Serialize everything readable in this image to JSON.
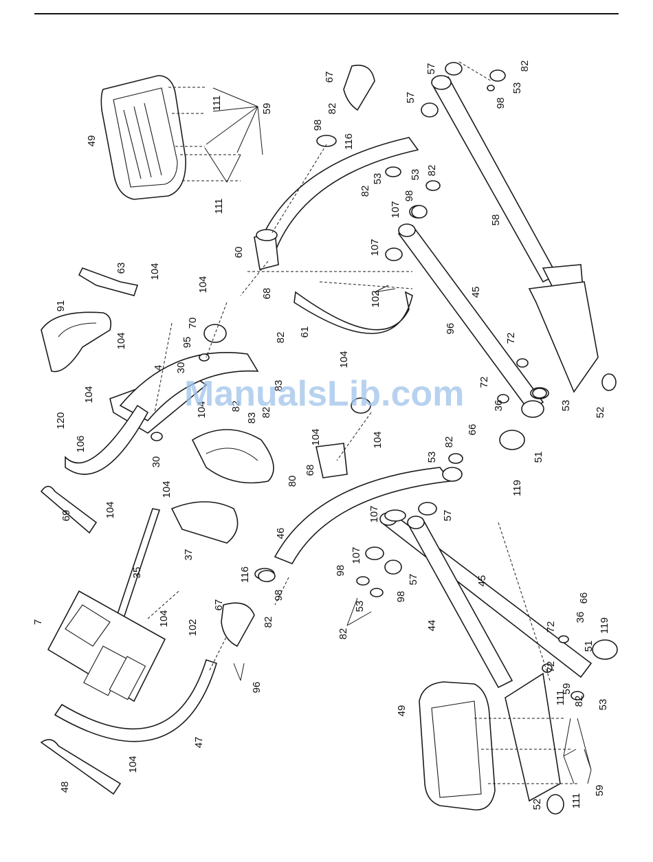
{
  "watermark": "ManualsLib.com",
  "callouts": [
    {
      "text": "57"
    },
    {
      "text": "82"
    },
    {
      "text": "53"
    },
    {
      "text": "98"
    },
    {
      "text": "67"
    },
    {
      "text": "57"
    },
    {
      "text": "82"
    },
    {
      "text": "98"
    },
    {
      "text": "116"
    },
    {
      "text": "59"
    },
    {
      "text": "111"
    },
    {
      "text": "49"
    },
    {
      "text": "111"
    },
    {
      "text": "82"
    },
    {
      "text": "53"
    },
    {
      "text": "53"
    },
    {
      "text": "98"
    },
    {
      "text": "82"
    },
    {
      "text": "107"
    },
    {
      "text": "58"
    },
    {
      "text": "60"
    },
    {
      "text": "107"
    },
    {
      "text": "63"
    },
    {
      "text": "104"
    },
    {
      "text": "104"
    },
    {
      "text": "68"
    },
    {
      "text": "102"
    },
    {
      "text": "45"
    },
    {
      "text": "96"
    },
    {
      "text": "91"
    },
    {
      "text": "70"
    },
    {
      "text": "104"
    },
    {
      "text": "82"
    },
    {
      "text": "95"
    },
    {
      "text": "61"
    },
    {
      "text": "104"
    },
    {
      "text": "72"
    },
    {
      "text": "30"
    },
    {
      "text": "4"
    },
    {
      "text": "83"
    },
    {
      "text": "82"
    },
    {
      "text": "83"
    },
    {
      "text": "82"
    },
    {
      "text": "104"
    },
    {
      "text": "104"
    },
    {
      "text": "120"
    },
    {
      "text": "72"
    },
    {
      "text": "36"
    },
    {
      "text": "53"
    },
    {
      "text": "52"
    },
    {
      "text": "66"
    },
    {
      "text": "106"
    },
    {
      "text": "30"
    },
    {
      "text": "104"
    },
    {
      "text": "68"
    },
    {
      "text": "104"
    },
    {
      "text": "82"
    },
    {
      "text": "53"
    },
    {
      "text": "51"
    },
    {
      "text": "80"
    },
    {
      "text": "104"
    },
    {
      "text": "119"
    },
    {
      "text": "69"
    },
    {
      "text": "104"
    },
    {
      "text": "107"
    },
    {
      "text": "57"
    },
    {
      "text": "46"
    },
    {
      "text": "37"
    },
    {
      "text": "35"
    },
    {
      "text": "116"
    },
    {
      "text": "107"
    },
    {
      "text": "98"
    },
    {
      "text": "57"
    },
    {
      "text": "98"
    },
    {
      "text": "98"
    },
    {
      "text": "45"
    },
    {
      "text": "7"
    },
    {
      "text": "104"
    },
    {
      "text": "82"
    },
    {
      "text": "53"
    },
    {
      "text": "66"
    },
    {
      "text": "67"
    },
    {
      "text": "36"
    },
    {
      "text": "82"
    },
    {
      "text": "44"
    },
    {
      "text": "72"
    },
    {
      "text": "119"
    },
    {
      "text": "102"
    },
    {
      "text": "51"
    },
    {
      "text": "96"
    },
    {
      "text": "72"
    },
    {
      "text": "59"
    },
    {
      "text": "53"
    },
    {
      "text": "49"
    },
    {
      "text": "111"
    },
    {
      "text": "82"
    },
    {
      "text": "47"
    },
    {
      "text": "104"
    },
    {
      "text": "48"
    },
    {
      "text": "52"
    },
    {
      "text": "111"
    },
    {
      "text": "59"
    }
  ]
}
